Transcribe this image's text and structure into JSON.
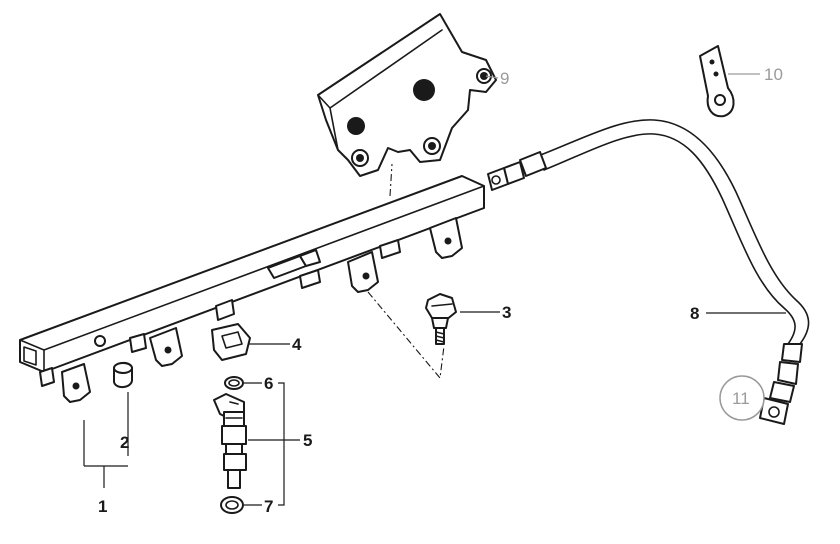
{
  "callouts": {
    "c1": "1",
    "c2": "2",
    "c3": "3",
    "c4": "4",
    "c5": "5",
    "c6": "6",
    "c7": "7",
    "c8": "8",
    "c9": "9",
    "c10": "10",
    "c11": "11"
  },
  "colors": {
    "line": "#1a1a1a",
    "secondary_callout": "#9a9a9a",
    "background": "#ffffff"
  }
}
